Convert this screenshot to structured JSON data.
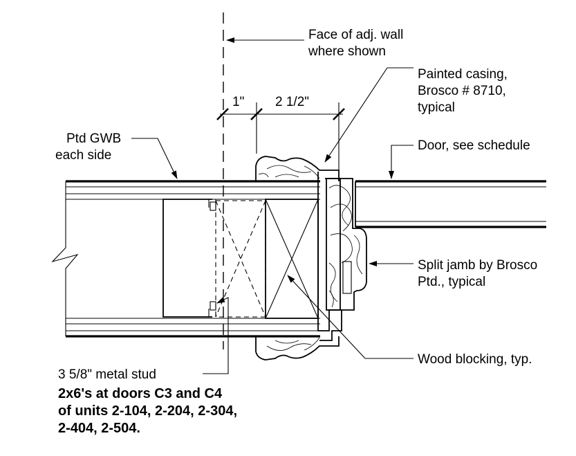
{
  "labels": {
    "face_of_wall_1": "Face of adj. wall",
    "face_of_wall_2": "where shown",
    "casing_1": "Painted casing,",
    "casing_2": "Brosco # 8710,",
    "casing_3": "typical",
    "dim_1": "1\"",
    "dim_2": "2 1/2\"",
    "gwb_1": "Ptd GWB",
    "gwb_2": "each side",
    "door": "Door, see schedule",
    "jamb_1": "Split jamb by Brosco",
    "jamb_2": "Ptd., typical",
    "blocking": "Wood blocking, typ.",
    "stud": "3 5/8\" metal stud",
    "note_1": "2x6's at doors C3 and C4",
    "note_2": "of units 2-104, 2-204, 2-304,",
    "note_3": "2-404, 2-504."
  },
  "colors": {
    "line": "#000000",
    "background": "#ffffff",
    "wall_core": "#ffffff"
  }
}
